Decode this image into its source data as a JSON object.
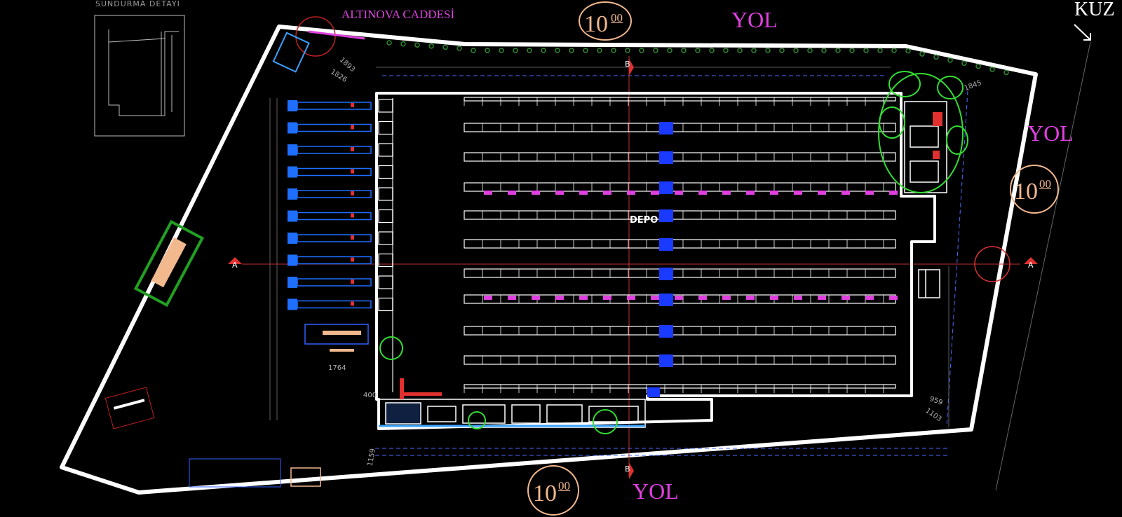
{
  "drawing": {
    "detail_title": "SUNDURMA DETAYI",
    "north_label": "KUZ",
    "street_label": "ALTINOVA CADDESİ",
    "road_labels": {
      "top": "YOL",
      "right": "YOL",
      "bottom": "YOL"
    },
    "elevations": {
      "top": "10",
      "right": "10",
      "bottom": "10",
      "superscript": "00"
    },
    "building_label": "DEPO",
    "section_marks": {
      "a_left": "A",
      "a_right": "A",
      "b_top": "B",
      "b_bottom": "B"
    },
    "dimensions": {
      "d1893": "1893",
      "d1826": "1826",
      "d1845": "1845",
      "d1764": "1764",
      "d400": "400",
      "d959": "959",
      "d1103": "1103",
      "d1159": "1159"
    }
  },
  "colors": {
    "boundary": "#ffffff",
    "road_text": "#e040e0",
    "elevation": "#f2b88e",
    "dock": "#1e6fff",
    "racks": "#ffffff",
    "aisle": "#1a3bff",
    "marker": "#e03030",
    "tree": "#33dd33",
    "trees_row": "#2f8a2f"
  }
}
